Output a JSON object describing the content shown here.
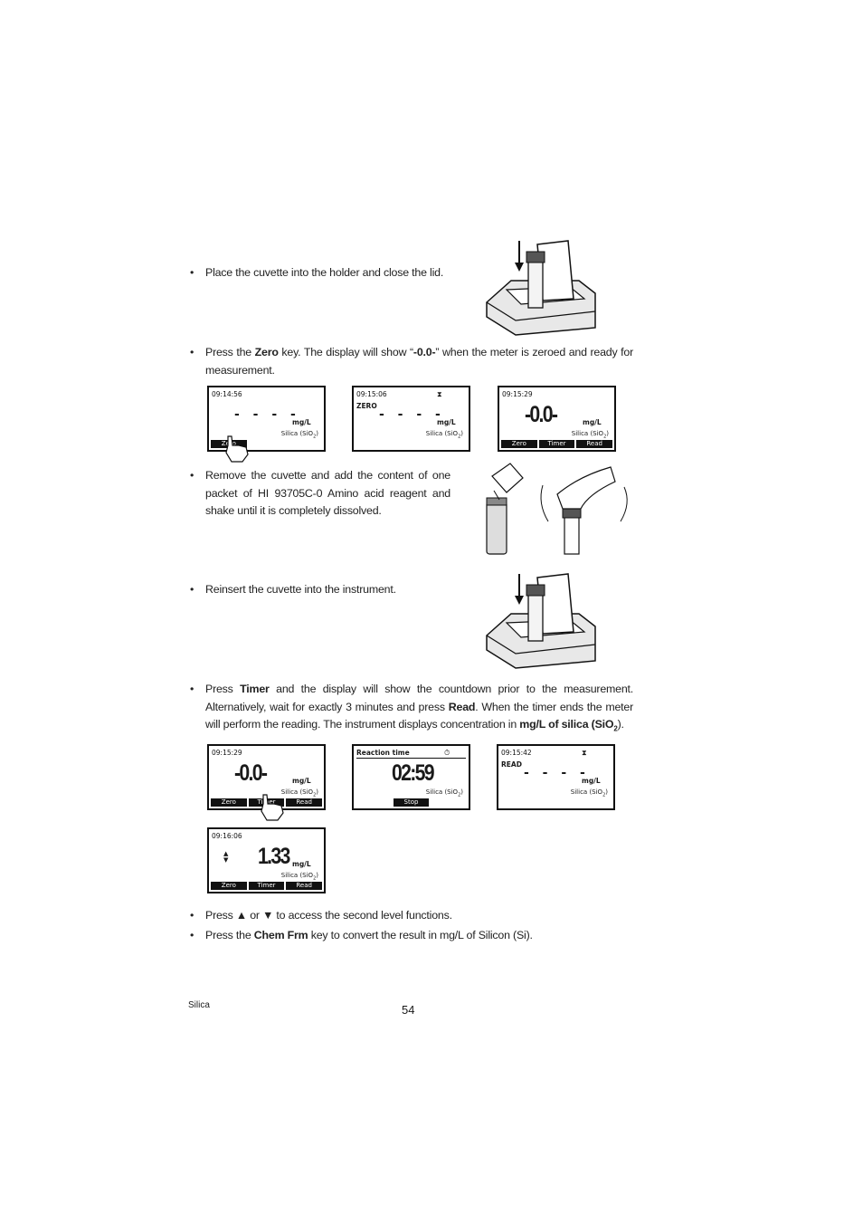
{
  "steps": [
    {
      "text": "Place the cuvette into the holder and close the lid."
    },
    {
      "pre": "Press the ",
      "key": "Zero",
      "mid": " key. The display will show “",
      "key2": "-0.0-",
      "post": "” when the meter is zeroed and ready for measurement."
    },
    {
      "text": "Remove the cuvette and add the content of one packet of HI 93705C-0 Amino acid reagent and shake until it is completely dissolved."
    },
    {
      "text": "Reinsert the cuvette into the instrument."
    },
    {
      "pre": "Press ",
      "key": "Timer",
      "mid": " and the display will show the countdown prior to the measurement. Alternatively, wait for exactly 3 minutes and press ",
      "key2": "Read",
      "mid2": ". When the timer ends the meter will perform the reading. The instrument displays concentration in ",
      "key3": "mg/L of silica (SiO",
      "sub": "2",
      "post": ")."
    },
    {
      "pre": "Press ",
      "up": "▲",
      "mid": " or ",
      "down": "▼",
      "post": " to access the second level functions."
    },
    {
      "pre": "Press the ",
      "key": "Chem Frm",
      "post": " key to convert the result in mg/L of Silicon (Si)."
    }
  ],
  "bullet": "•",
  "screens": {
    "s1": {
      "time": "09:14:56",
      "dashes": "- - - -",
      "unit": "mg/L",
      "param": "Silica (SiO",
      "sub": "2",
      "paren": ")",
      "keys": [
        "Zero",
        "",
        ""
      ]
    },
    "s2": {
      "time": "09:15:06",
      "mode": "ZERO",
      "dashes": "- - - -",
      "unit": "mg/L",
      "param": "Silica (SiO",
      "sub": "2",
      "paren": ")",
      "glass": "⧗"
    },
    "s3": {
      "time": "09:15:29",
      "value": "-0.0-",
      "unit": "mg/L",
      "param": "Silica (SiO",
      "sub": "2",
      "paren": ")",
      "keys": [
        "Zero",
        "Timer",
        "Read"
      ]
    },
    "s4": {
      "time": "09:15:29",
      "value": "-0.0-",
      "unit": "mg/L",
      "param": "Silica (SiO",
      "sub": "2",
      "paren": ")",
      "keys": [
        "Zero",
        "Timer",
        "Read"
      ]
    },
    "s5": {
      "title": "Reaction time",
      "value": "02:59",
      "param": "Silica (SiO",
      "sub": "2",
      "paren": ")",
      "stop": "Stop",
      "clock": "⏱"
    },
    "s6": {
      "time": "09:15:42",
      "mode": "READ",
      "dashes": "- - - -",
      "unit": "mg/L",
      "param": "Silica (SiO",
      "sub": "2",
      "paren": ")",
      "glass": "⧗"
    },
    "s7": {
      "time": "09:16:06",
      "value": "1.33",
      "unit": "mg/L",
      "param": "Silica (SiO",
      "sub": "2",
      "paren": ")",
      "keys": [
        "Zero",
        "Timer",
        "Read"
      ],
      "arrows": "▲▼"
    }
  },
  "footer": {
    "section": "Silica",
    "page": "54"
  }
}
